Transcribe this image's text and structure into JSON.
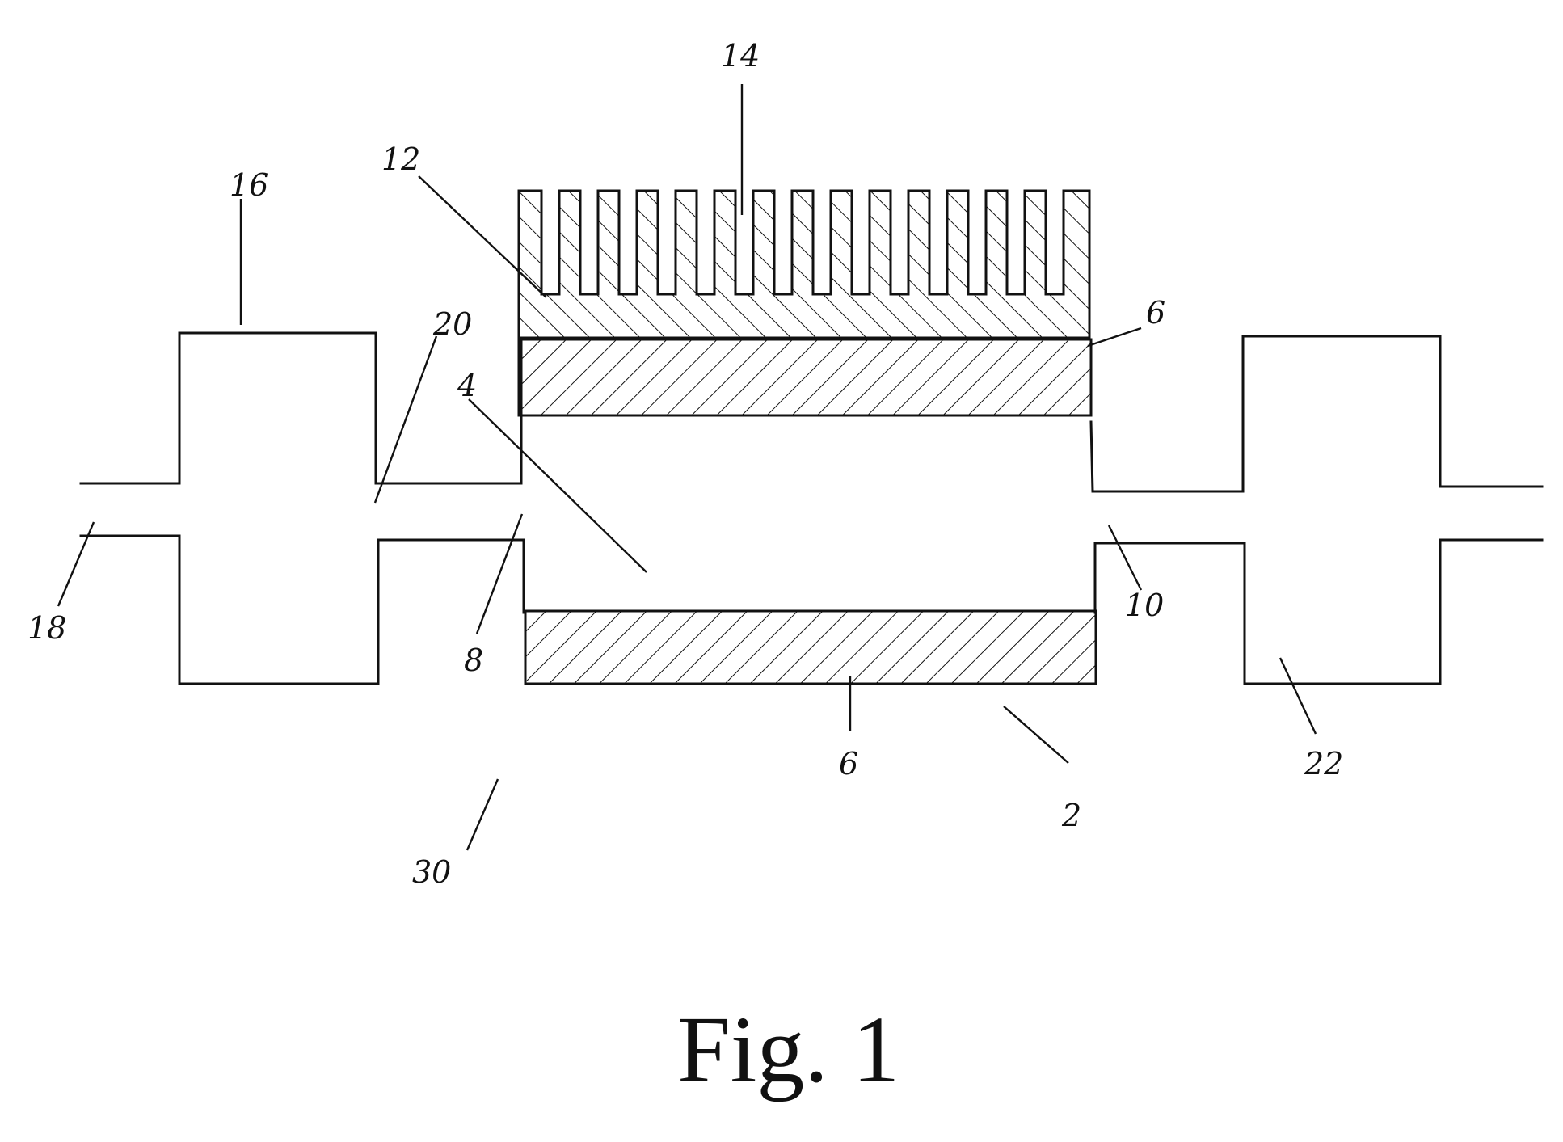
{
  "caption": "Fig. 1",
  "labels": {
    "n2": "2",
    "n4": "4",
    "n6_top": "6",
    "n6_bottom": "6",
    "n8": "8",
    "n10": "10",
    "n12": "12",
    "n14": "14",
    "n16": "16",
    "n18": "18",
    "n20": "20",
    "n22": "22",
    "n30": "30"
  }
}
